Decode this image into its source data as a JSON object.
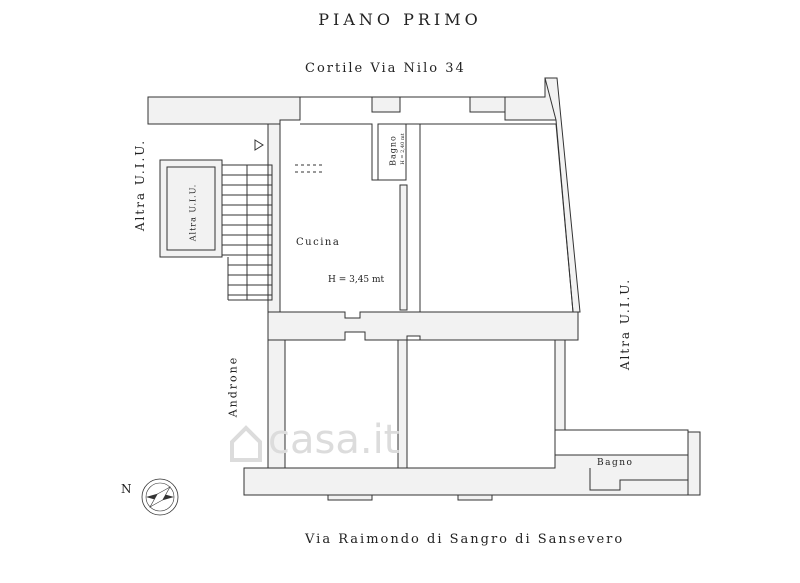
{
  "title": "PIANO PRIMO",
  "street_top": "Cortile Via Nilo 34",
  "street_bottom": "Via Raimondo di Sangro di Sansevero",
  "labels": {
    "altra_left": "Altra U.I.U.",
    "altra_inner": "Altra U.I.U.",
    "altra_right": "Altra U.I.U.",
    "androne": "Androne",
    "cucina": "Cucina",
    "height": "H = 3,45 mt",
    "bagno_small": "Bagno",
    "bagno_small_height": "H = 2,40 mt",
    "bagno_large": "Bagno",
    "north": "N"
  },
  "watermark": "casa.it",
  "colors": {
    "wall_fill": "#f2f2f2",
    "line": "#333333",
    "watermark": "#dcdcdc"
  },
  "icons": [
    "compass-rose-icon",
    "casa-house-icon"
  ]
}
